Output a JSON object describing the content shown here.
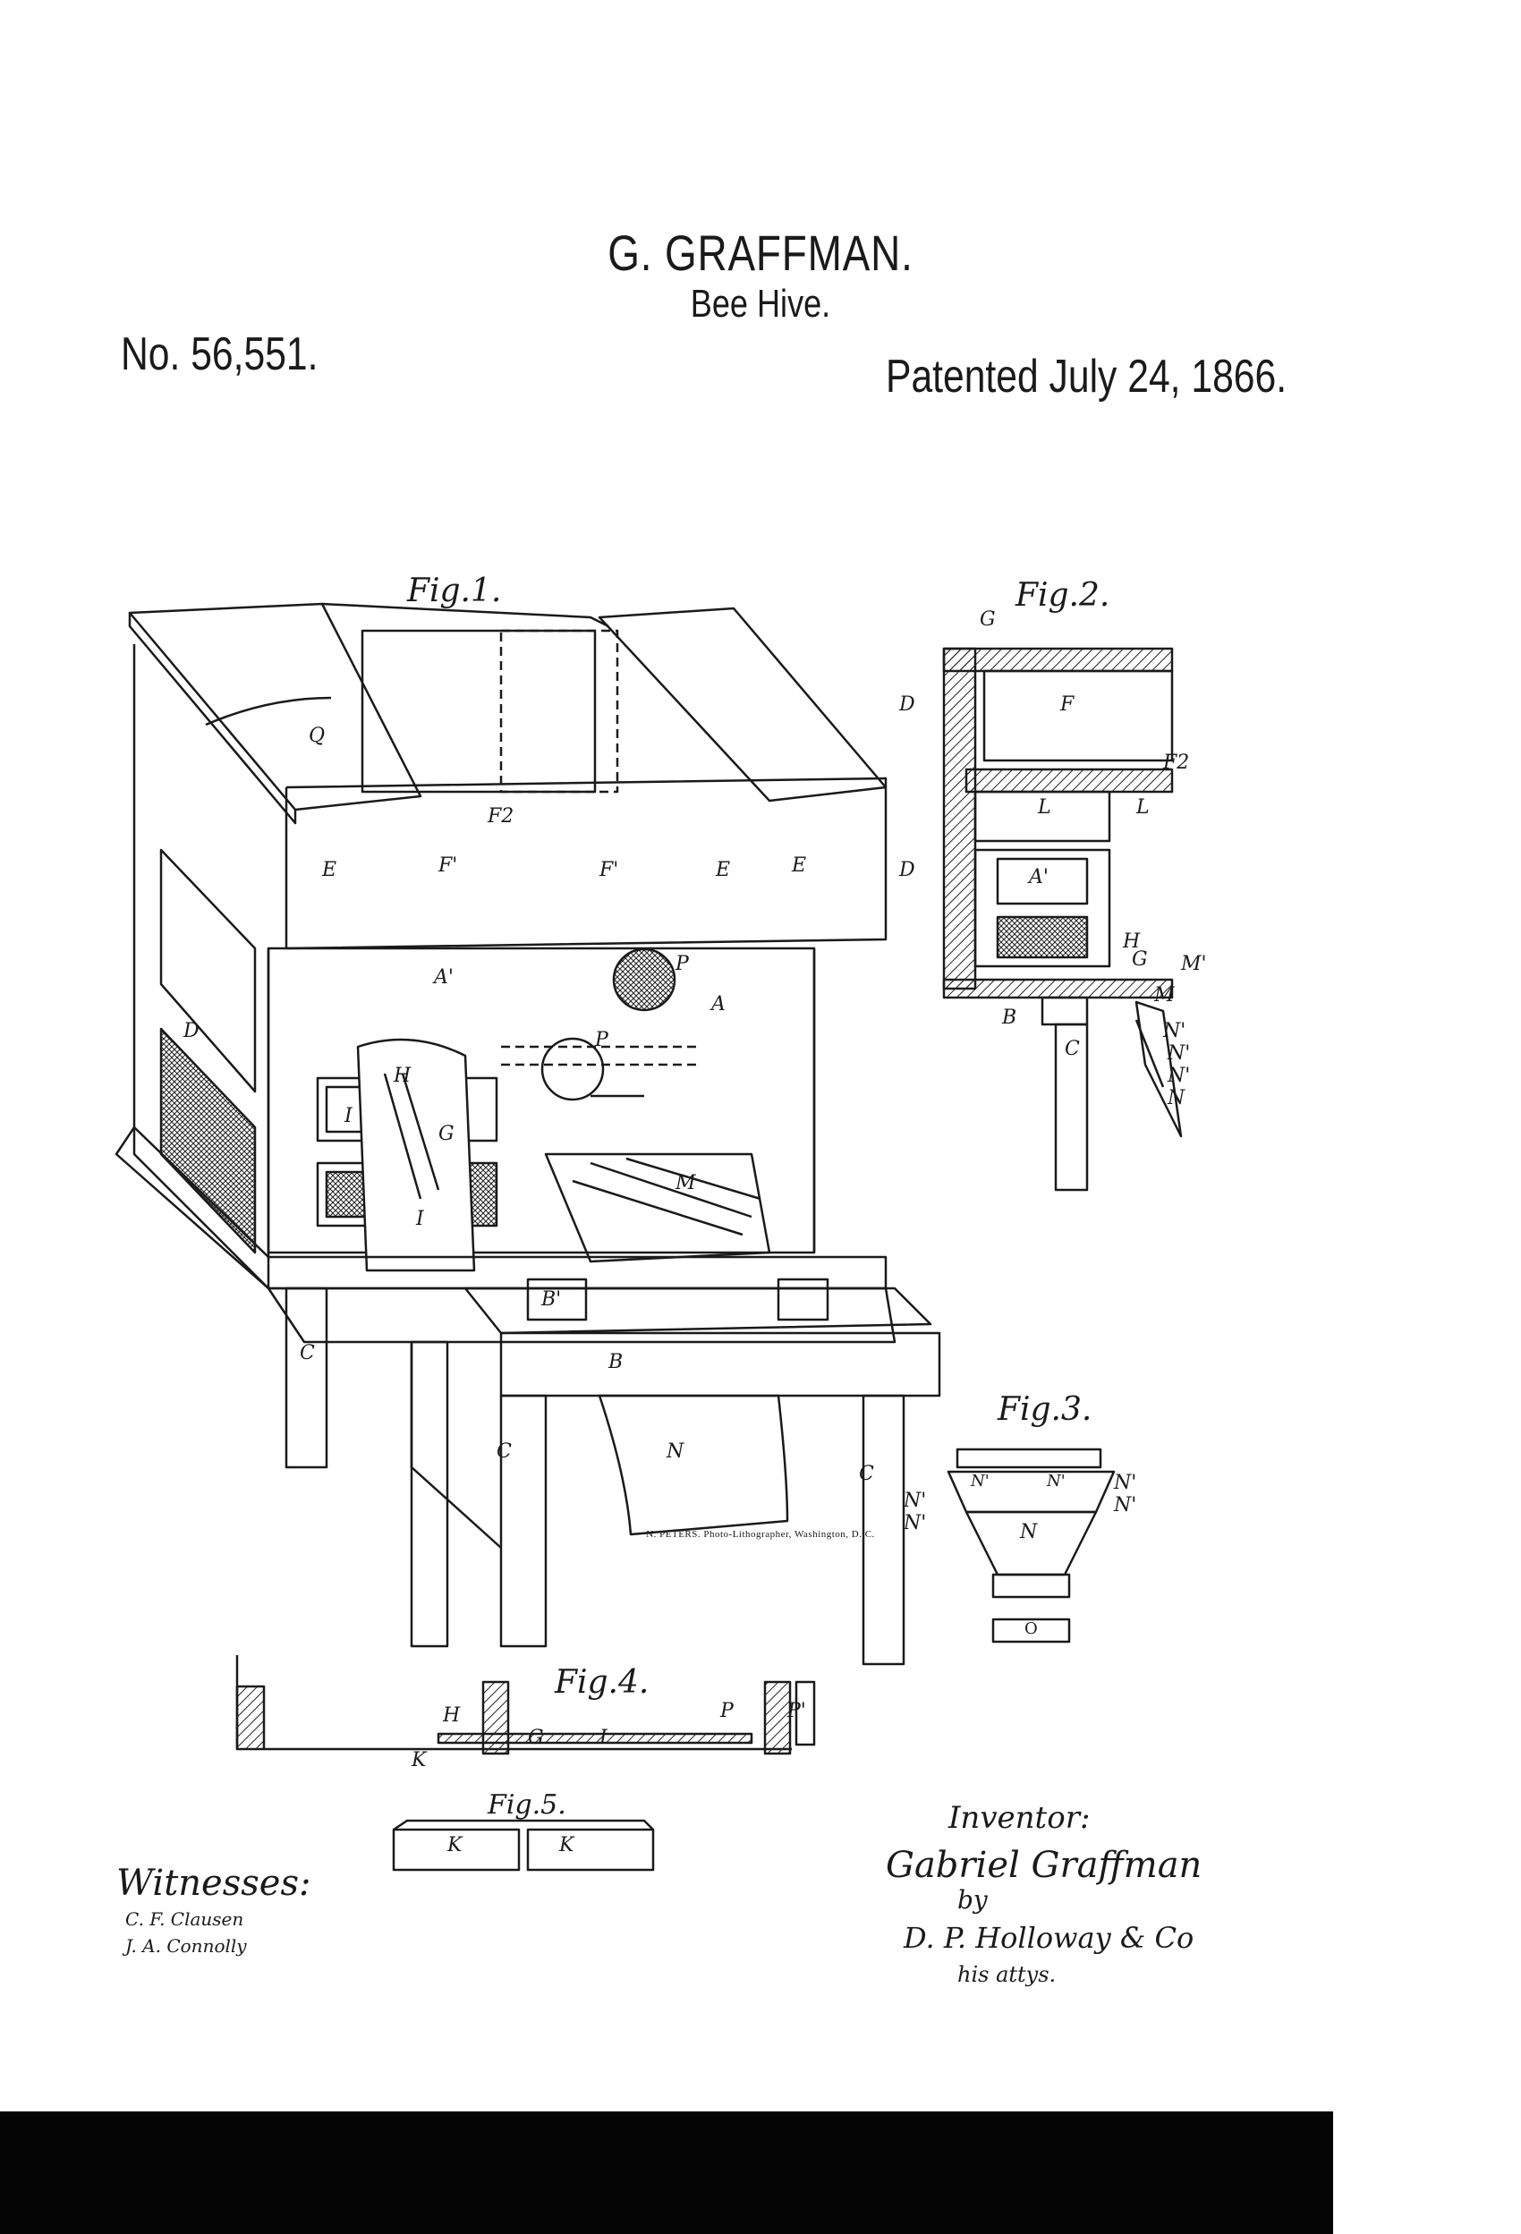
{
  "header": {
    "inventor_name": "G. GRAFFMAN.",
    "title": "Bee Hive.",
    "patent_number": "No. 56,551.",
    "patent_date": "Patented July 24, 1866."
  },
  "figure_titles": {
    "fig1": "Fig.1.",
    "fig2": "Fig.2.",
    "fig3": "Fig.3.",
    "fig4": "Fig.4.",
    "fig5": "Fig.5."
  },
  "fig1_labels": {
    "q": "Q",
    "e_left": "E",
    "f_prime_left": "F'",
    "f2": "F2",
    "f_prime_mid": "F'",
    "e_mid": "E",
    "e_right": "E",
    "a_prime": "A'",
    "p_top": "P",
    "a": "A",
    "p_mid": "P",
    "d": "D",
    "h": "H",
    "i_top": "I",
    "g": "G",
    "i_bottom": "I",
    "m": "M",
    "b_prime": "B'",
    "b": "B",
    "c_left": "C",
    "c_mid": "C",
    "n": "N",
    "c_right": "C"
  },
  "fig2_labels": {
    "g": "G",
    "d_top": "D",
    "f": "F",
    "f2": "F2",
    "l_left": "L",
    "l_right": "L",
    "d_mid": "D",
    "a_prime": "A'",
    "h": "H",
    "g_small": "G",
    "m_prime": "M'",
    "m": "M",
    "b": "B",
    "n_prime1": "N'",
    "n_prime2": "N'",
    "n_prime3": "N'",
    "c": "C",
    "n": "N"
  },
  "fig3_labels": {
    "n_prime_top_left": "N'",
    "n_prime_top_right": "N'",
    "n_prime_right1": "N'",
    "n_prime_left": "N'",
    "n_prime_right2": "N'",
    "n_prime_left2": "N'",
    "n": "N",
    "o": "O"
  },
  "fig4_labels": {
    "h": "H",
    "g": "G",
    "i": "I",
    "k": "K",
    "p": "P",
    "p_prime": "P'"
  },
  "fig5_labels": {
    "k_left": "K",
    "k_right": "K"
  },
  "witnesses": {
    "heading": "Witnesses:",
    "names": [
      "C. F. Clausen",
      "J. A. Connolly"
    ]
  },
  "inventor_block": {
    "heading": "Inventor:",
    "signature": "Gabriel Graffman",
    "by": "by",
    "attorney": "D. P. Holloway & Co",
    "role": "his attys."
  },
  "lithographer_credit": "N. PETERS. Photo-Lithographer, Washington, D. C."
}
